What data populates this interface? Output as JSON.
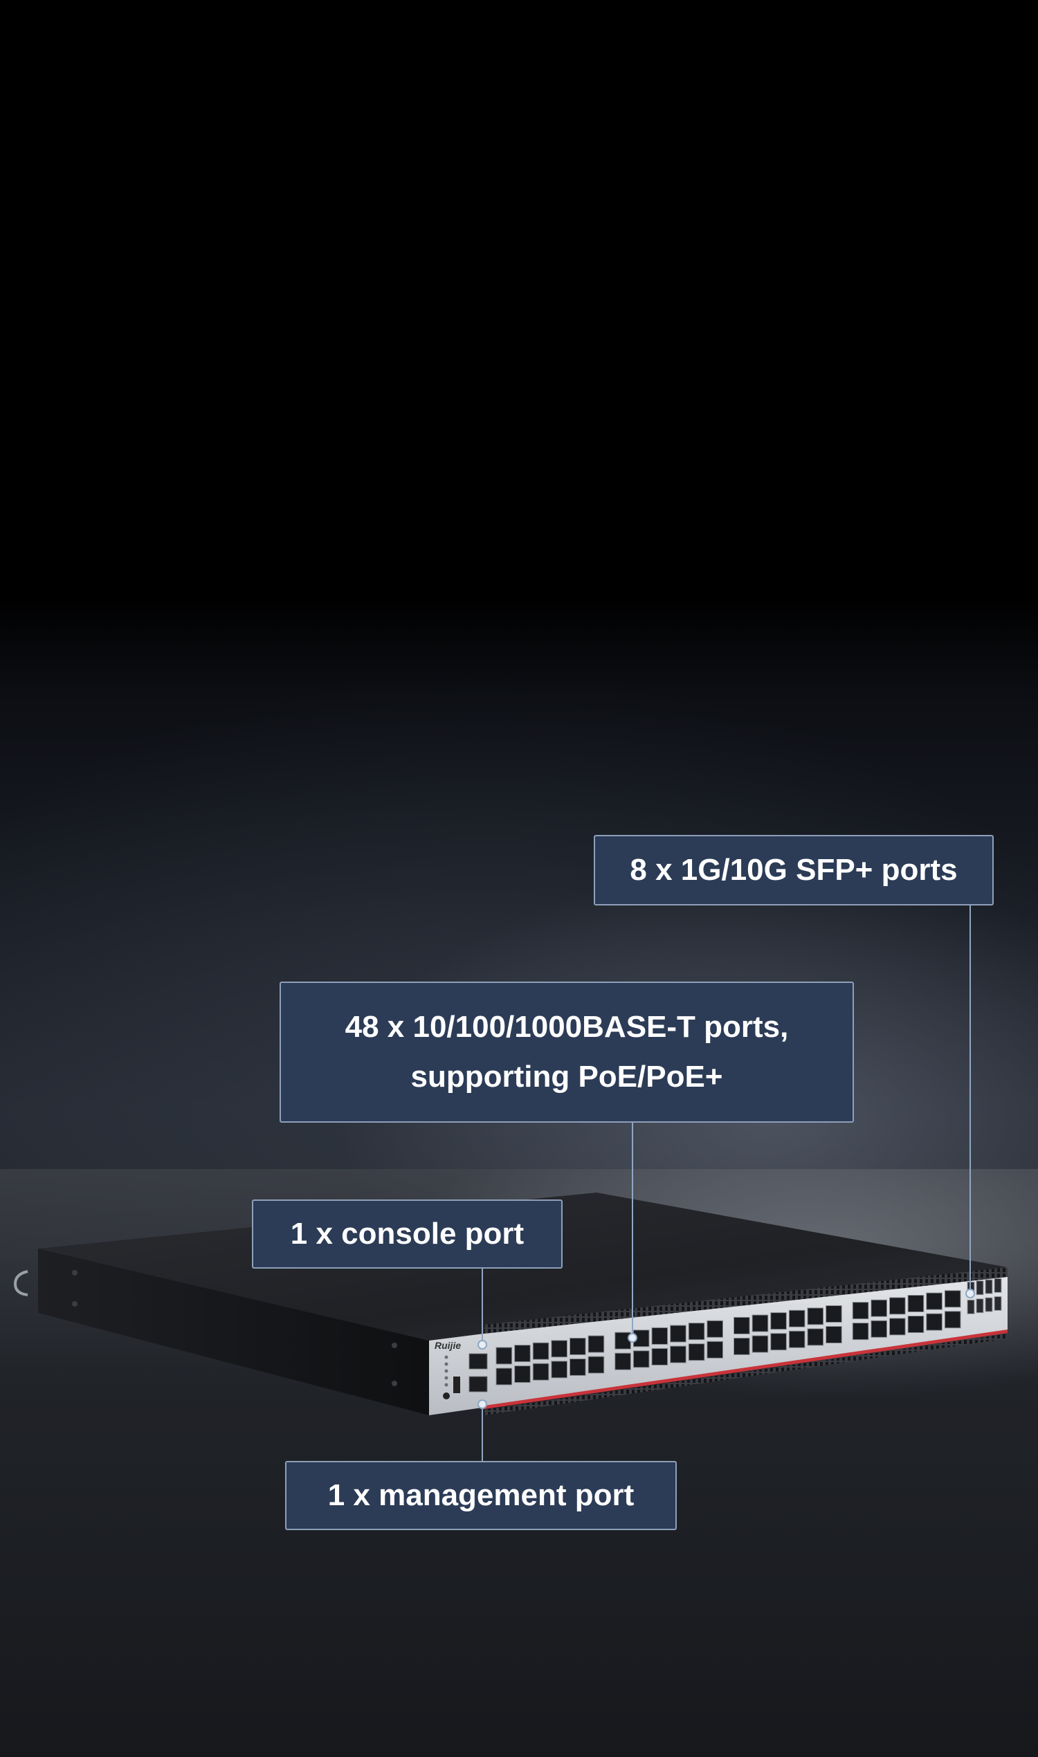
{
  "callouts": {
    "sfp": "8 x 1G/10G SFP+ ports",
    "rj45_line1": "48 x 10/100/1000BASE-T ports,",
    "rj45_line2": "supporting PoE/PoE+",
    "console": "1 x console port",
    "management": "1 x management port"
  },
  "device": {
    "logo_text": "Ruijie"
  }
}
